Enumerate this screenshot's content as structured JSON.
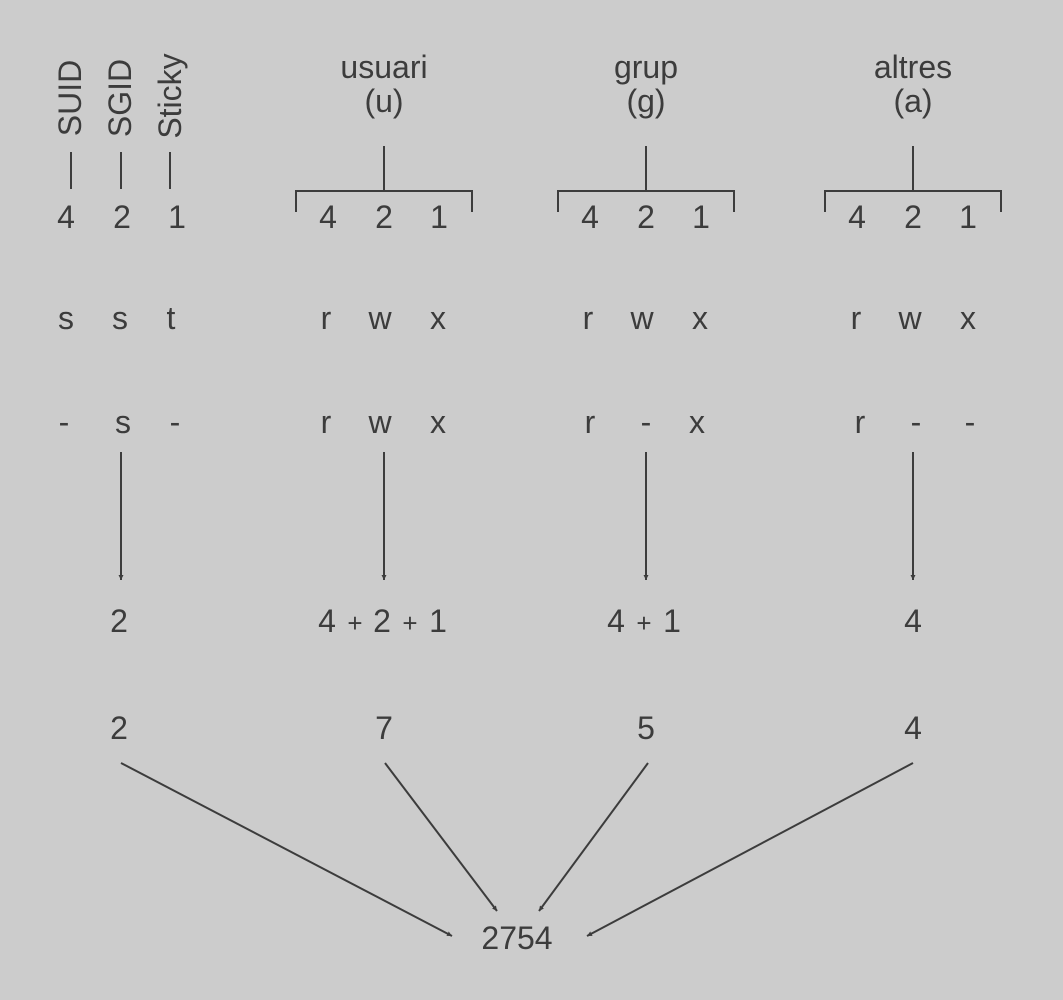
{
  "special": {
    "labels": [
      "SUID",
      "SGID",
      "Sticky"
    ],
    "weights": [
      "4",
      "2",
      "1"
    ],
    "letters": [
      "s",
      "s",
      "t"
    ],
    "values": [
      "-",
      "s",
      "-"
    ],
    "sum": "2",
    "result": "2"
  },
  "groups": [
    {
      "name": "usuari",
      "abbr": "(u)",
      "weights": [
        "4",
        "2",
        "1"
      ],
      "letters": [
        "r",
        "w",
        "x"
      ],
      "values": [
        "r",
        "w",
        "x"
      ],
      "sum_terms": [
        "4",
        "+",
        "2",
        "+",
        "1"
      ],
      "result": "7"
    },
    {
      "name": "grup",
      "abbr": "(g)",
      "weights": [
        "4",
        "2",
        "1"
      ],
      "letters": [
        "r",
        "w",
        "x"
      ],
      "values": [
        "r",
        "-",
        "x"
      ],
      "sum_terms": [
        "4",
        "+",
        "1"
      ],
      "result": "5"
    },
    {
      "name": "altres",
      "abbr": "(a)",
      "weights": [
        "4",
        "2",
        "1"
      ],
      "letters": [
        "r",
        "w",
        "x"
      ],
      "values": [
        "r",
        "-",
        "-"
      ],
      "sum_terms": [
        "4"
      ],
      "result": "4"
    }
  ],
  "final": "2754",
  "colors": {
    "background": "#cccccc",
    "ink": "#3c3c3c"
  }
}
